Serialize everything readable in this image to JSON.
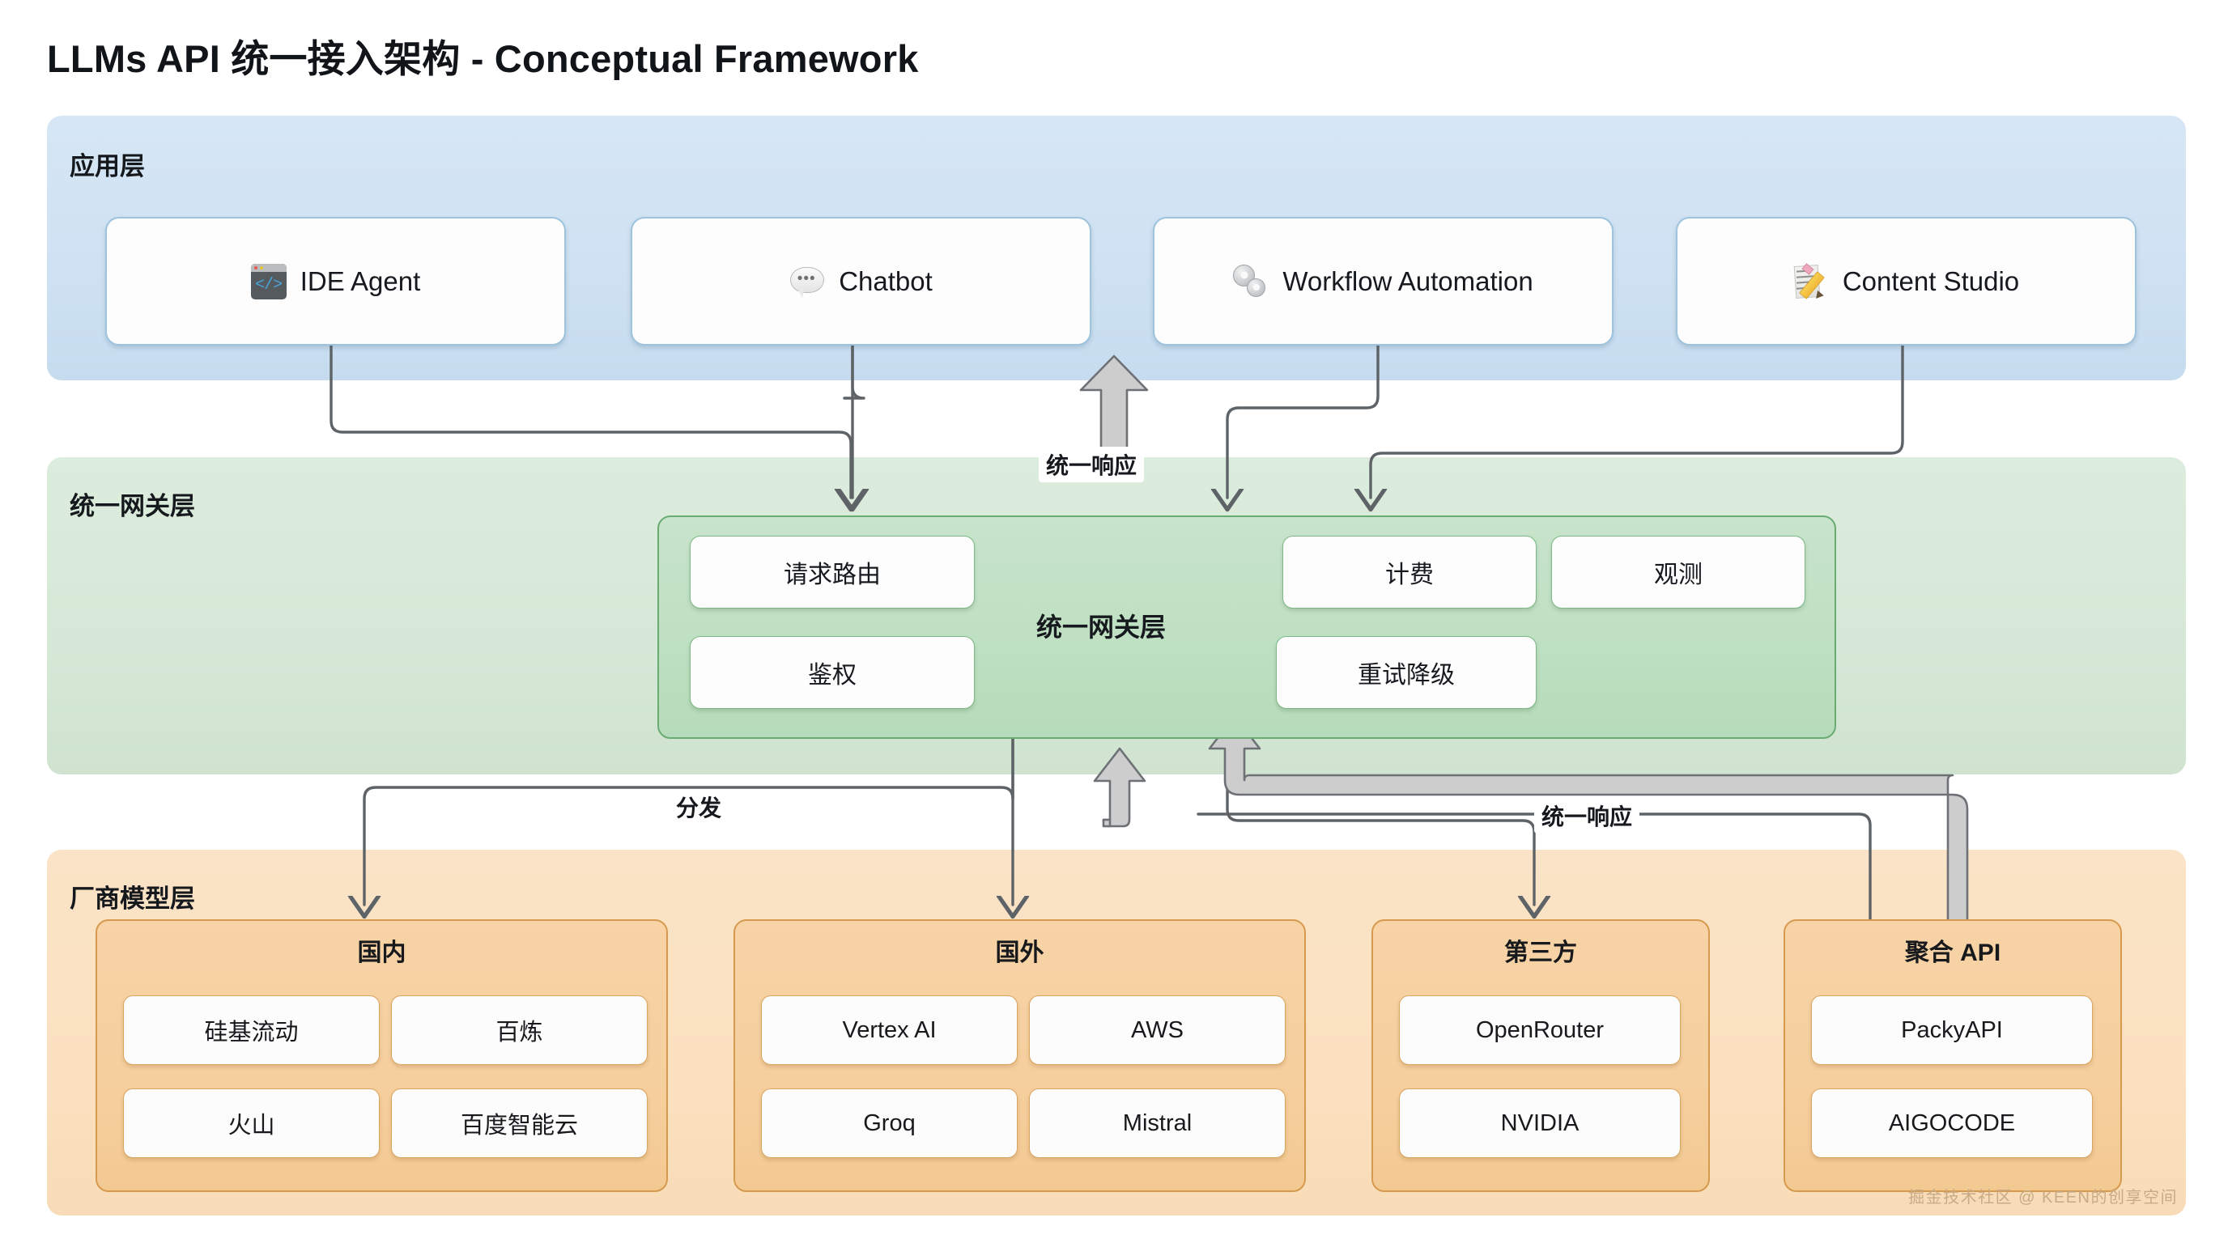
{
  "title": "LLMs API 统一接入架构 - Conceptual Framework",
  "layers": {
    "application": {
      "label": "应用层",
      "cards": [
        {
          "label": "IDE Agent",
          "icon": "code-window-icon"
        },
        {
          "label": "Chatbot",
          "icon": "speech-balloon-icon"
        },
        {
          "label": "Workflow Automation",
          "icon": "gears-icon"
        },
        {
          "label": "Content Studio",
          "icon": "memo-pencil-icon"
        }
      ]
    },
    "gateway": {
      "label": "统一网关层",
      "center_label": "统一网关层",
      "items_left": [
        "请求路由",
        "鉴权"
      ],
      "items_right": [
        "计费",
        "观测",
        "重试降级"
      ]
    },
    "vendor": {
      "label": "厂商模型层",
      "groups": [
        {
          "title": "国内",
          "items": [
            "硅基流动",
            "百炼",
            "火山",
            "百度智能云"
          ]
        },
        {
          "title": "国外",
          "items": [
            "Vertex AI",
            "AWS",
            "Groq",
            "Mistral"
          ]
        },
        {
          "title": "第三方",
          "items": [
            "OpenRouter",
            "NVIDIA"
          ]
        },
        {
          "title": "聚合 API",
          "items": [
            "PackyAPI",
            "AIGOCODE"
          ]
        }
      ]
    }
  },
  "edge_labels": {
    "unified_response_top": "统一响应",
    "dispatch": "分发",
    "unified_response_bottom": "统一响应"
  },
  "watermark": "掘金技术社区 @ KEEN的创享空间",
  "colors": {
    "application_band": "#cfe2f3",
    "gateway_band": "#d6e8d7",
    "vendor_band": "#fbe1c0",
    "application_card_border": "#9dc3dd",
    "gateway_border": "#6aab74",
    "vendor_border": "#d69a4e",
    "connector": "#5e6367",
    "block_arrow_fill": "#cdcdcd",
    "background": "#ffffff",
    "text": "#16191d"
  }
}
